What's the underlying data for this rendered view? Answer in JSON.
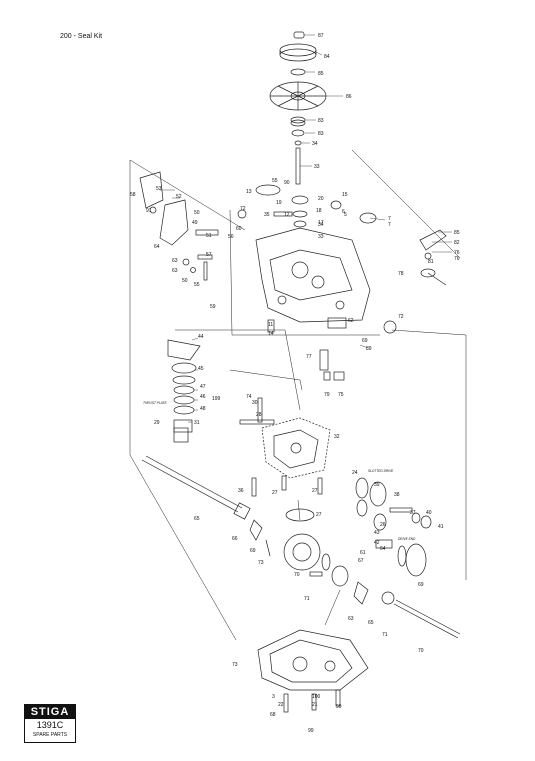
{
  "header": {
    "title": "200 - Seal Kit"
  },
  "notes": {
    "thrust_plate": "THRUST PLATE",
    "upper_note": "SLOTTED DRIVE",
    "lower_note": "DRIVE END"
  },
  "brand": {
    "logo_text": "STIGA",
    "code": "1391C",
    "subtitle": "SPARE PARTS"
  },
  "callouts": [
    "87",
    "84",
    "85",
    "86",
    "83",
    "83",
    "34",
    "33",
    "55",
    "90",
    "13",
    "20",
    "19",
    "12",
    "18",
    "6",
    "15",
    "17",
    "33",
    "7",
    "7",
    "5",
    "34",
    "53",
    "58",
    "52",
    "91",
    "72",
    "49",
    "50",
    "51",
    "57",
    "56",
    "64",
    "63",
    "63",
    "50",
    "55",
    "59",
    "60",
    "35",
    "85",
    "82",
    "76",
    "81",
    "76",
    "78",
    "62",
    "11",
    "14",
    "89",
    "69",
    "72",
    "44",
    "45",
    "77",
    "47",
    "46",
    "199",
    "48",
    "79",
    "75",
    "74",
    "30",
    "28",
    "29",
    "31",
    "32",
    "24",
    "39",
    "38",
    "36",
    "27",
    "27",
    "27",
    "26",
    "37",
    "40",
    "41",
    "43",
    "42",
    "64",
    "65",
    "66",
    "69",
    "73",
    "70",
    "71",
    "61",
    "67",
    "69",
    "63",
    "65",
    "71",
    "70",
    "73",
    "68",
    "3",
    "22",
    "99",
    "100",
    "21",
    "99",
    "100",
    "21"
  ]
}
